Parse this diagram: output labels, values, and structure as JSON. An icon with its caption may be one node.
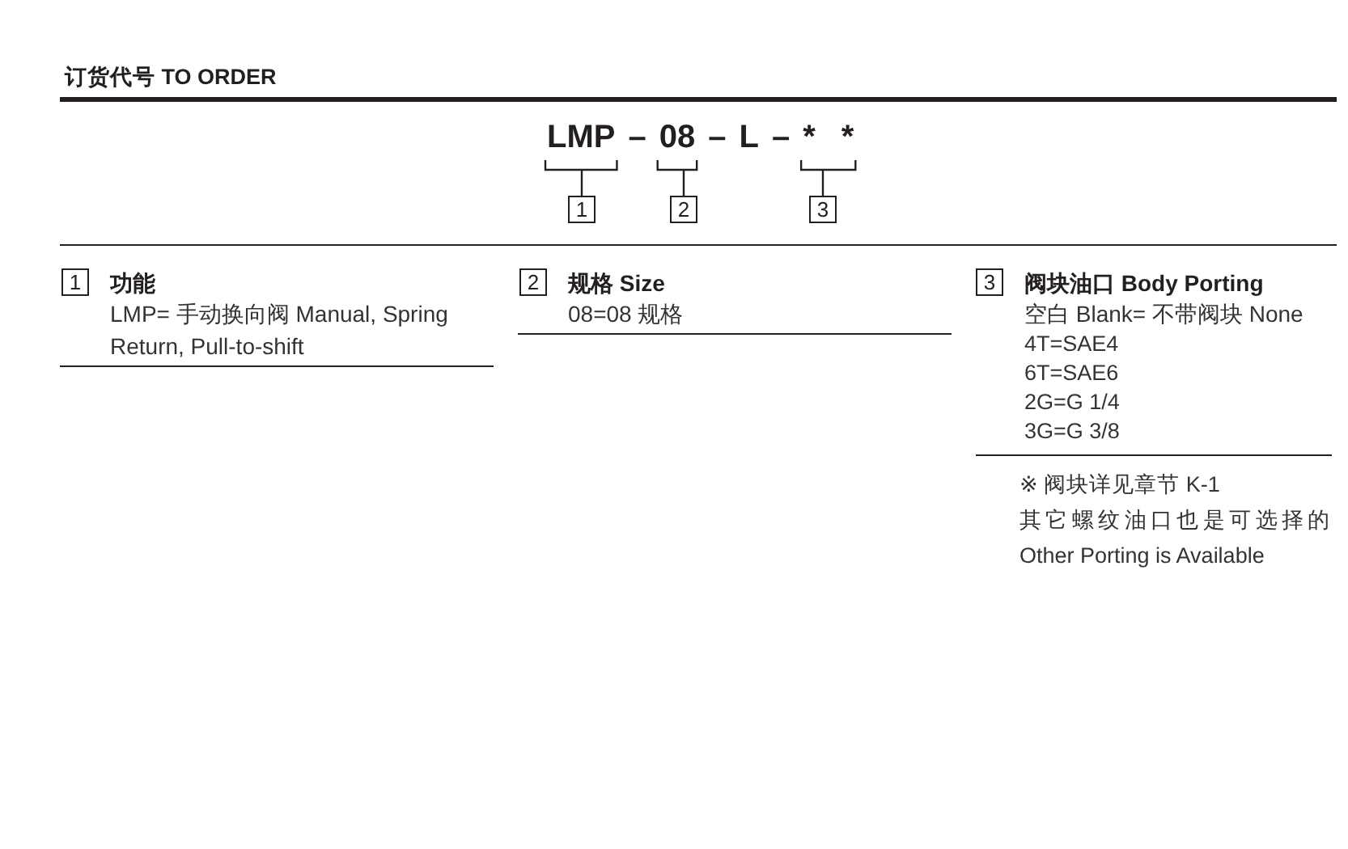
{
  "diagram": {
    "title": "订货代号 TO ORDER",
    "nodes": [
      {
        "text": [
          "LMP"
        ]
      },
      {
        "text": [
          "08"
        ]
      },
      {
        "text": [
          "*",
          "*"
        ]
      },
      {
        "text": [
          "1"
        ]
      },
      {
        "text": [
          "2"
        ]
      },
      {
        "text": [
          "3"
        ]
      },
      {
        "text": [
          "1"
        ]
      },
      {
        "text": [
          "2"
        ]
      },
      {
        "text": [
          "3"
        ]
      }
    ],
    "edges": [
      {
        "from": 0,
        "to": 3,
        "arrow": "none"
      },
      {
        "from": 1,
        "to": 4,
        "arrow": "none"
      },
      {
        "from": 2,
        "to": 5,
        "arrow": "none"
      }
    ],
    "labels": [
      "–",
      "–",
      "L",
      "–",
      "功能",
      "LMP= 手动换向阀 Manual, Spring Return, Pull-to-shift",
      "规格 Size",
      "08=08 规格",
      "阀块油口 Body Porting",
      "空白 Blank= 不带阀块 None",
      "4T=SAE4",
      "6T=SAE6",
      "2G=G 1/4",
      "3G=G 3/8",
      "※ 阀块详见章节 K-1",
      "其它螺纹油口也是可选择的",
      "Other Porting is Available"
    ]
  }
}
